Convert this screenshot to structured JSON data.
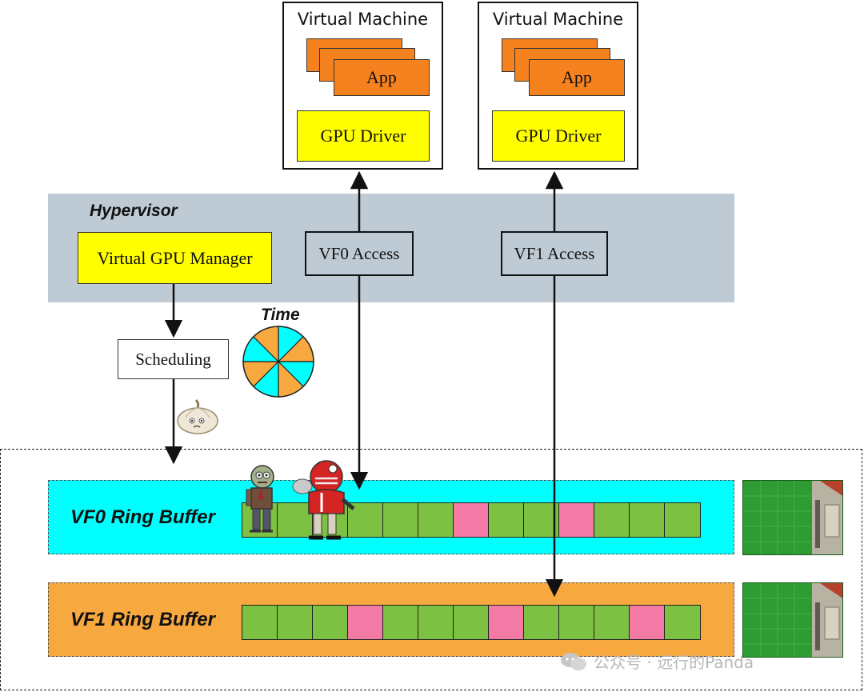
{
  "vms": [
    {
      "title": "Virtual Machine",
      "app": "App",
      "driver": "GPU Driver"
    },
    {
      "title": "Virtual Machine",
      "app": "App",
      "driver": "GPU Driver"
    }
  ],
  "hypervisor": {
    "title": "Hypervisor",
    "manager": "Virtual GPU Manager",
    "access": [
      "VF0 Access",
      "VF1 Access"
    ]
  },
  "scheduling": "Scheduling",
  "time_label": "Time",
  "time_wheel_colors": [
    "#00ffff",
    "#f7a940"
  ],
  "ring_buffers": [
    {
      "label": "VF0 Ring Buffer",
      "background": "#00ffff",
      "slots": [
        "green",
        "green",
        "green",
        "green",
        "green",
        "green",
        "pink",
        "green",
        "green",
        "pink",
        "green",
        "green",
        "green"
      ]
    },
    {
      "label": "VF1 Ring Buffer",
      "background": "#f7a940",
      "slots": [
        "green",
        "green",
        "green",
        "pink",
        "green",
        "green",
        "green",
        "pink",
        "green",
        "green",
        "green",
        "pink",
        "green"
      ]
    }
  ],
  "slot_colors": {
    "green": "#7cc142",
    "pink": "#f47aa6"
  },
  "watermark": "公众号 · 远行的Panda"
}
